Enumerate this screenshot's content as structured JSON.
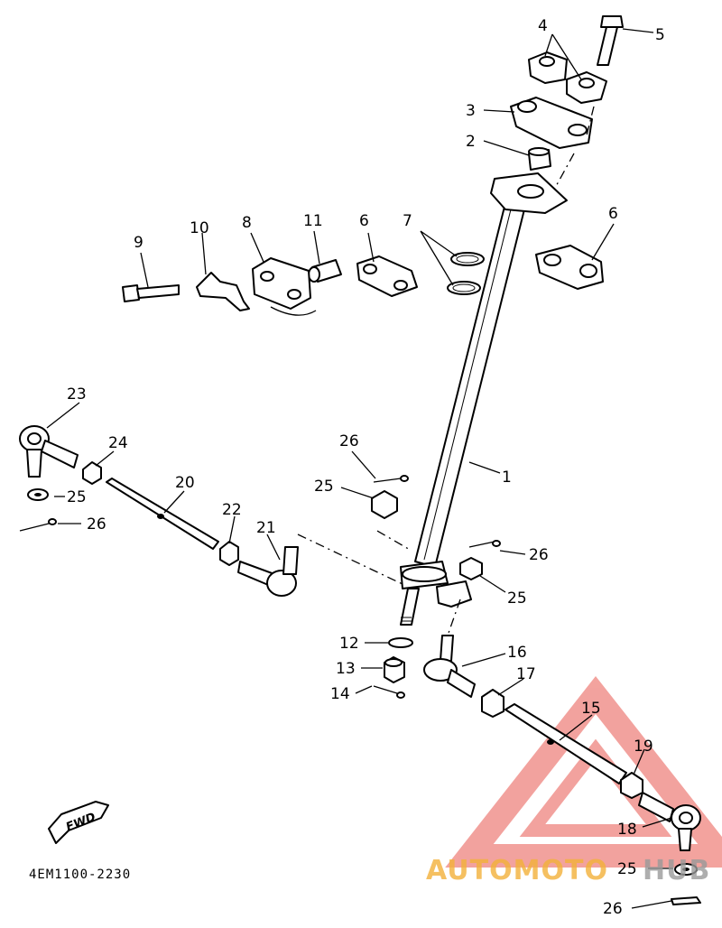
{
  "diagram": {
    "code": "4EM1100-2230",
    "fwd_label": "FWD",
    "callouts": [
      {
        "id": "c1",
        "text": "1"
      },
      {
        "id": "c2",
        "text": "2"
      },
      {
        "id": "c3",
        "text": "3"
      },
      {
        "id": "c4",
        "text": "4"
      },
      {
        "id": "c5",
        "text": "5"
      },
      {
        "id": "c6a",
        "text": "6"
      },
      {
        "id": "c6b",
        "text": "6"
      },
      {
        "id": "c7",
        "text": "7"
      },
      {
        "id": "c8",
        "text": "8"
      },
      {
        "id": "c9",
        "text": "9"
      },
      {
        "id": "c10",
        "text": "10"
      },
      {
        "id": "c11",
        "text": "11"
      },
      {
        "id": "c12",
        "text": "12"
      },
      {
        "id": "c13",
        "text": "13"
      },
      {
        "id": "c14",
        "text": "14"
      },
      {
        "id": "c15",
        "text": "15"
      },
      {
        "id": "c16",
        "text": "16"
      },
      {
        "id": "c17",
        "text": "17"
      },
      {
        "id": "c18",
        "text": "18"
      },
      {
        "id": "c19",
        "text": "19"
      },
      {
        "id": "c20",
        "text": "20"
      },
      {
        "id": "c21",
        "text": "21"
      },
      {
        "id": "c22",
        "text": "22"
      },
      {
        "id": "c23",
        "text": "23"
      },
      {
        "id": "c24",
        "text": "24"
      },
      {
        "id": "c25a",
        "text": "25"
      },
      {
        "id": "c25b",
        "text": "25"
      },
      {
        "id": "c25c",
        "text": "25"
      },
      {
        "id": "c25d",
        "text": "25"
      },
      {
        "id": "c26a",
        "text": "26"
      },
      {
        "id": "c26b",
        "text": "26"
      },
      {
        "id": "c26c",
        "text": "26"
      },
      {
        "id": "c26d",
        "text": "26"
      }
    ]
  },
  "watermark": {
    "part1": "AUTOMOTO",
    "part2": "HUB",
    "color_main": "#f3b13a",
    "color_secondary": "#9a9a9a",
    "triangle_color": "#e9574f"
  }
}
